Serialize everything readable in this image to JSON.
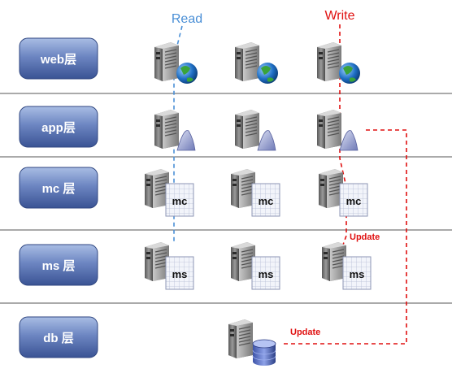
{
  "labels": {
    "read": "Read",
    "write": "Write",
    "update_mc": "Update",
    "update_db": "Update"
  },
  "layers": [
    {
      "label": "web层"
    },
    {
      "label": "app层"
    },
    {
      "label": "mc 层"
    },
    {
      "label": "ms 层"
    },
    {
      "label": "db 层"
    }
  ],
  "badges": {
    "mc": "mc",
    "ms": "ms"
  },
  "colors": {
    "read_line": "#4a8fd6",
    "write_line": "#e01010",
    "divider": "#555555",
    "box_top": "#9bb0dc",
    "box_bottom": "#3b5595"
  },
  "icons": {
    "web": "server-globe-icon",
    "app": "server-app-icon",
    "mc": "server-cache-icon",
    "ms": "server-storage-icon",
    "db": "server-database-icon"
  }
}
